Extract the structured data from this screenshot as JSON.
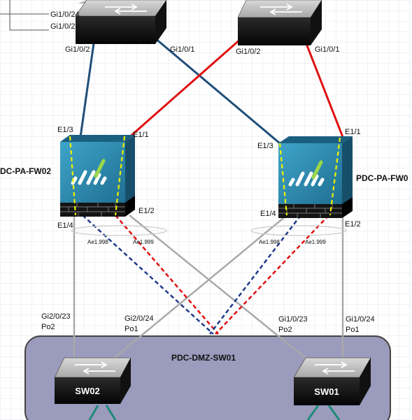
{
  "colors": {
    "grid": "#e3e6ee",
    "blue": "#1f4e79",
    "red": "#e01010",
    "gray": "#a9a9a9",
    "yellow": "#f0f000",
    "teal": "#1e8a7a",
    "dmzFill": "#9b9bbd",
    "dmzStroke": "#444444",
    "fwTeal": "#2a8ab0"
  },
  "switch_left": {
    "port_top": "Gi1/0/24",
    "port_mid": "Gi1/0/23",
    "port_a": "Gi1/0/2",
    "port_b": "Gi1/0/1"
  },
  "switch_right": {
    "port_a": "Gi1/0/2",
    "port_b": "Gi1/0/1"
  },
  "firewall_left": {
    "name": "DC-PA-FW02",
    "e13": "E1/3",
    "e11": "E1/1",
    "e12": "E1/2",
    "e14": "E1/4",
    "ae998": "Ae1.998",
    "ae999": "Ae1.999"
  },
  "firewall_right": {
    "name": "PDC-PA-FW0",
    "e13": "E1/3",
    "e11": "E1/1",
    "e14": "E1/4",
    "e12": "E1/2",
    "ae998": "Ae1.998",
    "ae999": "Ae1.999"
  },
  "dmz": {
    "title": "PDC-DMZ-SW01",
    "sw02": "SW02",
    "sw01": "SW01",
    "p1_port": "Gi2/0/23",
    "p1_po": "Po2",
    "p2_port": "Gi2/0/24",
    "p2_po": "Po1",
    "p3_port": "Gi1/0/23",
    "p3_po": "Po2",
    "p4_port": "Gi1/0/24",
    "p4_po": "Po1"
  }
}
